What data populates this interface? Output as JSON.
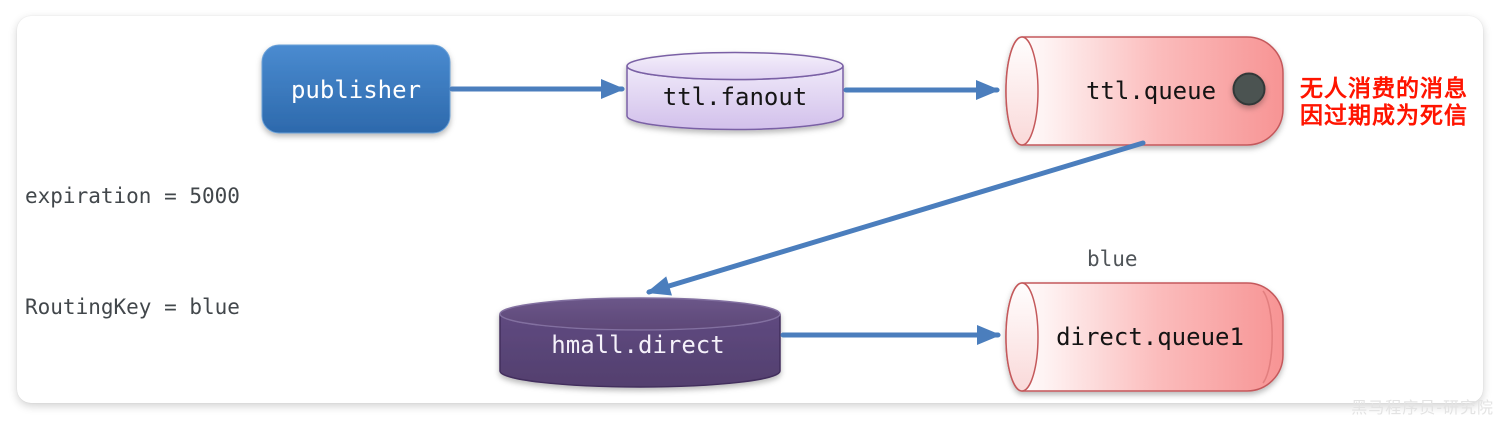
{
  "diagram": {
    "properties_note": {
      "line1": "expiration = 5000",
      "line2": "RoutingKey = blue"
    },
    "nodes": {
      "publisher": {
        "label": "publisher",
        "type": "producer"
      },
      "ttl_fanout": {
        "label": "ttl.fanout",
        "type": "exchange"
      },
      "ttl_queue": {
        "label": "ttl.queue",
        "type": "queue",
        "has_message_dot": true
      },
      "hmall_direct": {
        "label": "hmall.direct",
        "type": "exchange"
      },
      "direct_queue1": {
        "label": "direct.queue1",
        "type": "queue",
        "binding_key": "blue"
      }
    },
    "edges": [
      {
        "from": "publisher",
        "to": "ttl.fanout"
      },
      {
        "from": "ttl.fanout",
        "to": "ttl.queue"
      },
      {
        "from": "ttl.queue",
        "to": "hmall.direct"
      },
      {
        "from": "hmall.direct",
        "to": "direct.queue1"
      }
    ],
    "dead_letter_note": {
      "line1": "无人消费的消息",
      "line2": "因过期成为死信"
    },
    "watermark": "黑马程序员-研究院",
    "colors": {
      "arrow": "#4b7ebd",
      "publisher_blue": "#3a78bc",
      "exchange_light_purple": "#ddccf0",
      "exchange_dark_purple": "#5b4677",
      "queue_pink": "#f79494",
      "note_red": "#ff1400"
    }
  }
}
